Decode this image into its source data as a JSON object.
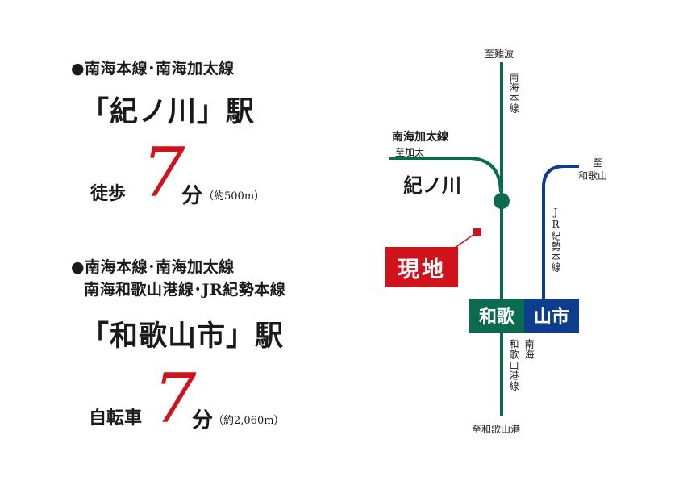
{
  "access1": {
    "lines": "●南海本線･南海加太線",
    "station": "「紀ノ川」駅",
    "mode": "徒歩",
    "minutes": "7",
    "unit": "分",
    "distance": "（約500m）"
  },
  "access2": {
    "lines1": "●南海本線･南海加太線",
    "lines2": "南海和歌山港線･JR紀勢本線",
    "station": "「和歌山市」駅",
    "mode": "自転車",
    "minutes": "7",
    "unit": "分",
    "distance": "（約2,060m）"
  },
  "map": {
    "to_namba": "至難波",
    "nankai_main": "南海本線",
    "kada_line": "南海加太線",
    "to_kada": "至加太",
    "kinokawa": "紀ノ川",
    "to_wakayama_1": "至",
    "to_wakayama_2": "和歌山",
    "jr_kisei": "JR紀勢本線",
    "genchi": "現地",
    "wakayamashi_a": "和歌",
    "wakayamashi_b": "山市",
    "port_line_1": "南海",
    "port_line_2": "和歌山港線",
    "to_port": "至和歌山港",
    "colors": {
      "nankai": "#0a6b4e",
      "jr": "#0d3d8c",
      "accent": "#d0121b"
    }
  }
}
